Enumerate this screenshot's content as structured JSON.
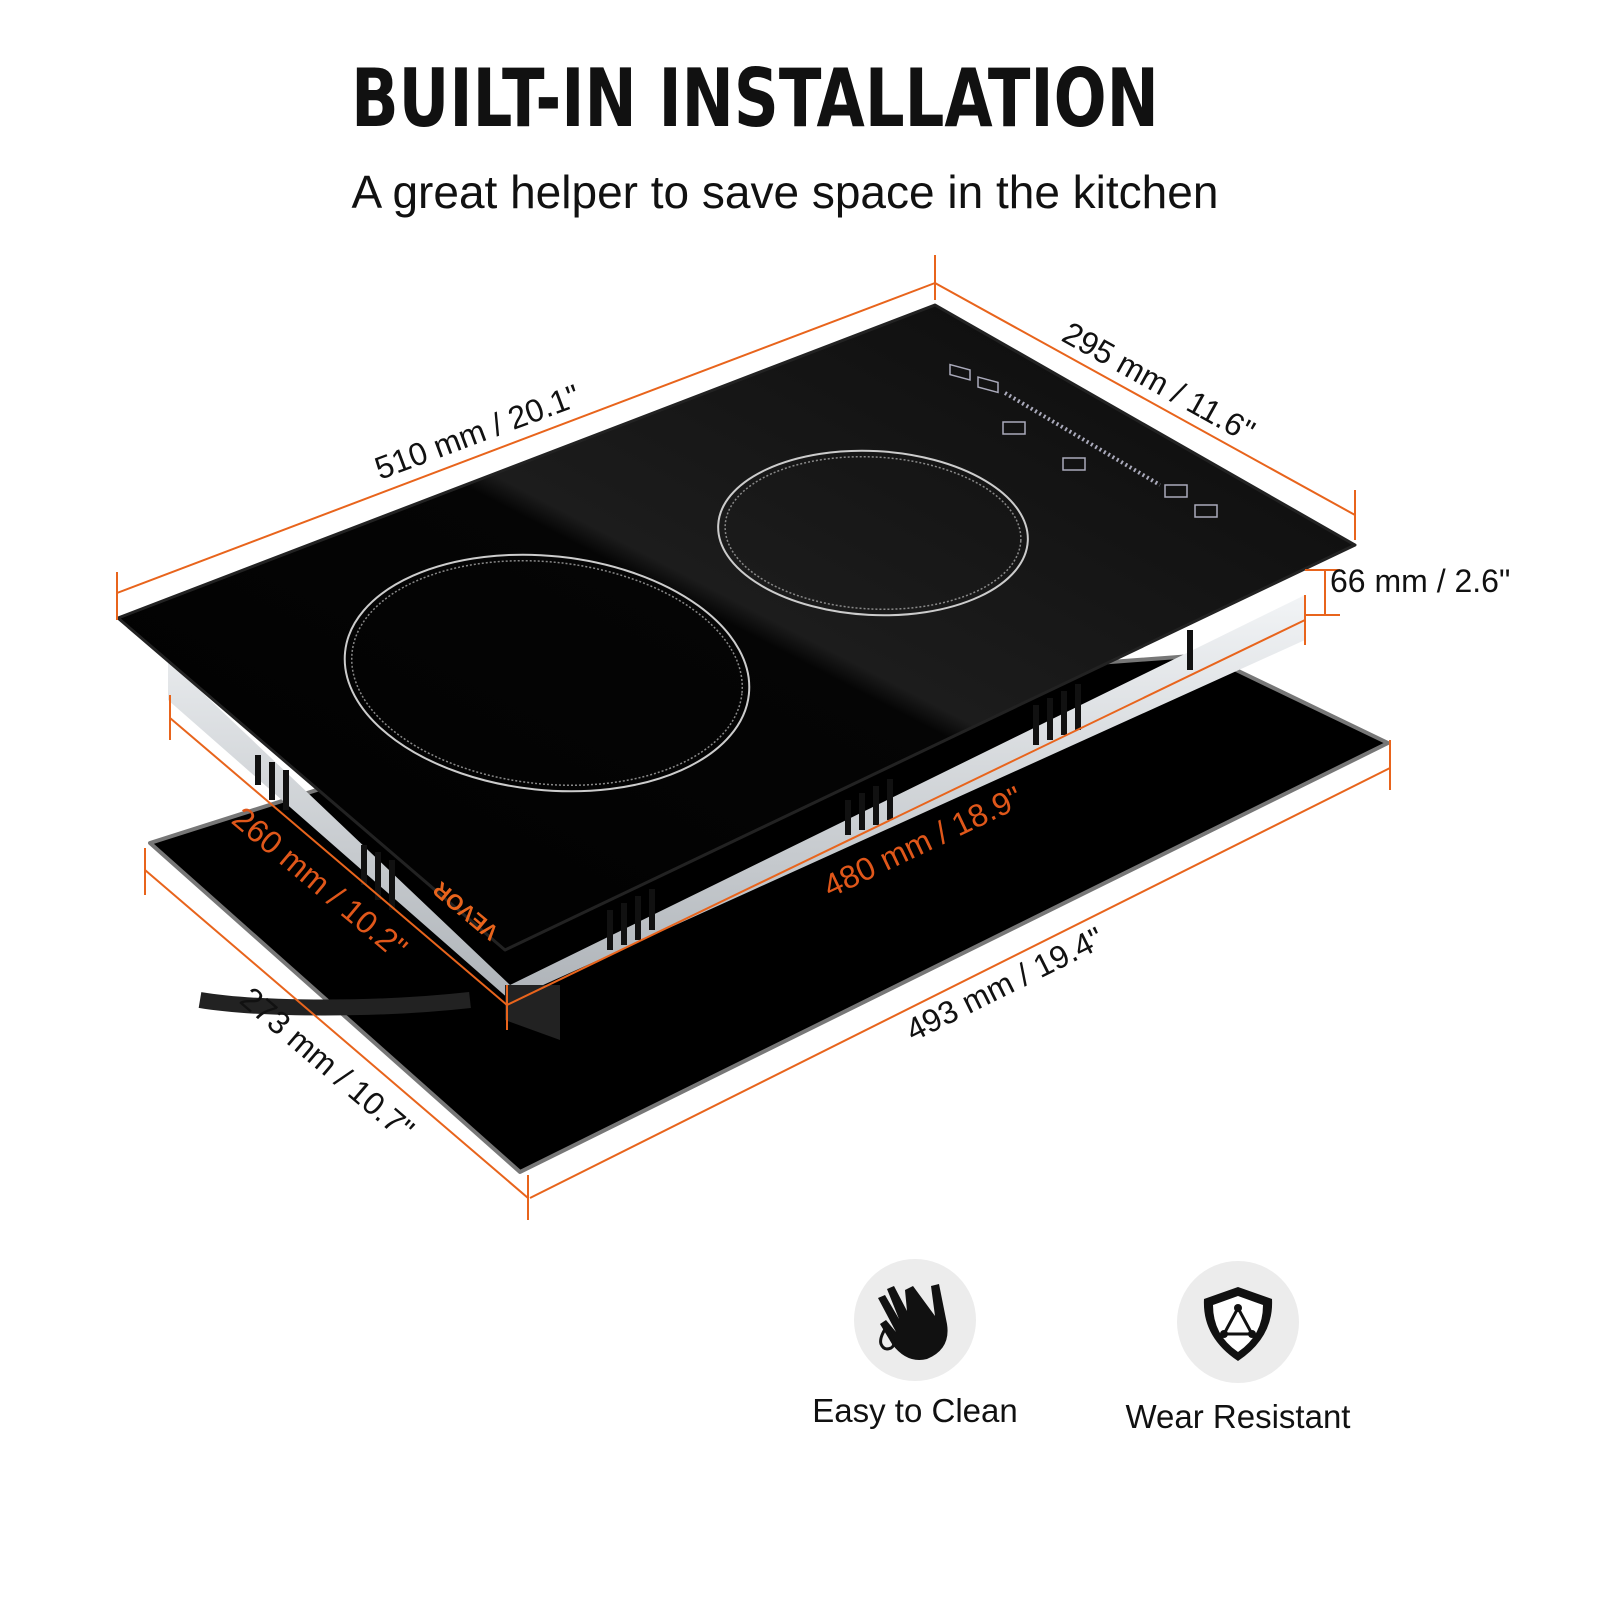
{
  "header": {
    "title": "BUILT-IN INSTALLATION",
    "subtitle": "A great helper to save space in the kitchen"
  },
  "product": {
    "brand_logo": "VEVOR"
  },
  "dimensions": {
    "length_top": "510 mm / 20.1\"",
    "width_top": "295 mm / 11.6\"",
    "height": "66 mm / 2.6\"",
    "cutout_depth": "260 mm / 10.2\"",
    "cutout_length": "480 mm / 18.9\"",
    "base_length": "493 mm / 19.4\"",
    "base_depth": "273 mm / 10.7\""
  },
  "features": [
    {
      "label": "Easy to Clean",
      "icon": "hand-water-drop-icon"
    },
    {
      "label": "Wear Resistant",
      "icon": "shield-icon"
    }
  ],
  "colors": {
    "accent": "#e8641c",
    "glass": "#000000",
    "icon_bg": "#ececec"
  }
}
